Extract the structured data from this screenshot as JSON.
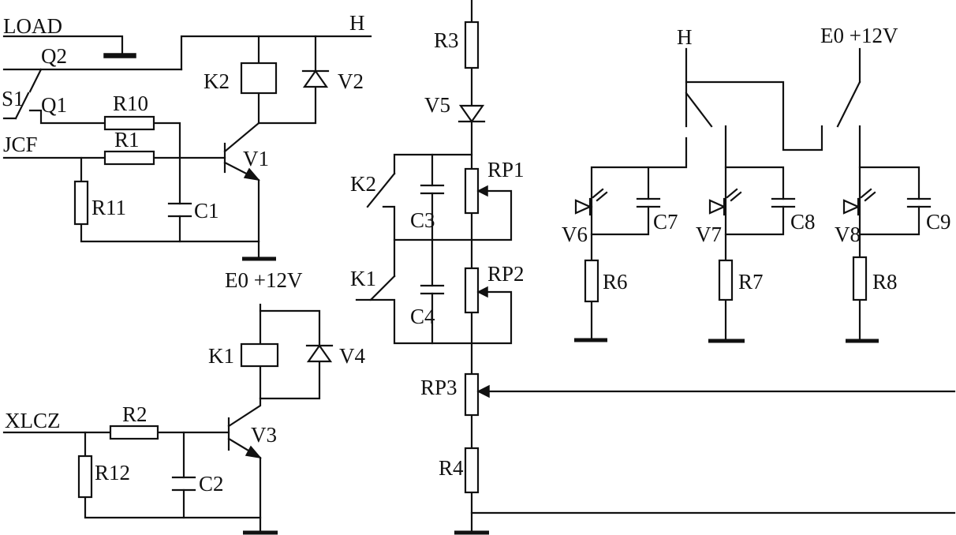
{
  "labels": {
    "load": "LOAD",
    "h_top": "H",
    "q2": "Q2",
    "s1": "S1",
    "q1": "Q1",
    "r10": "R10",
    "jcf": "JCF",
    "r1": "R1",
    "k2": "K2",
    "v2": "V2",
    "v1": "V1",
    "r11": "R11",
    "c1": "C1",
    "e0_left": "E0 +12V",
    "k1": "K1",
    "v4": "V4",
    "xlcz": "XLCZ",
    "r2": "R2",
    "v3": "V3",
    "r12": "R12",
    "c2": "C2",
    "r3": "R3",
    "v5": "V5",
    "k2_mid": "K2",
    "c3": "C3",
    "rp1": "RP1",
    "k1_mid": "K1",
    "c4": "C4",
    "rp2": "RP2",
    "rp3": "RP3",
    "r4": "R4",
    "h_right": "H",
    "e0_right": "E0 +12V",
    "v6": "V6",
    "c7": "C7",
    "r6": "R6",
    "v7": "V7",
    "c8": "C8",
    "r7": "R7",
    "v8": "V8",
    "c9": "C9",
    "r8": "R8"
  }
}
